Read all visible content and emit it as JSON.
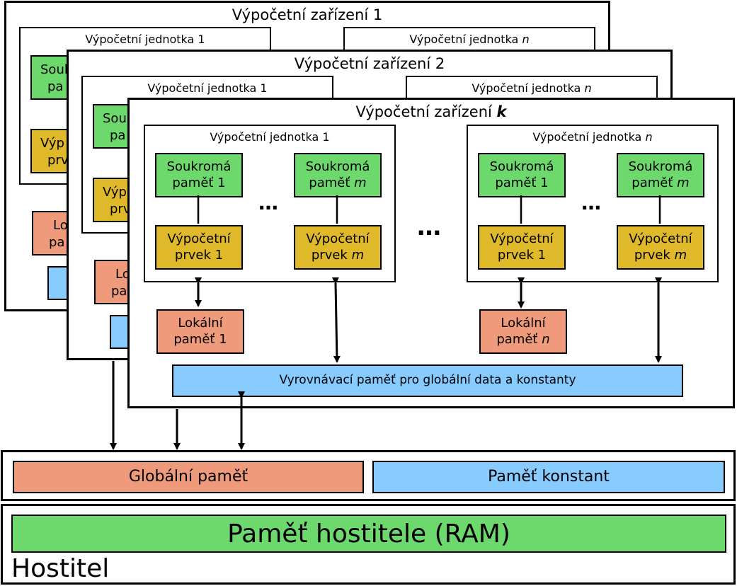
{
  "devices": {
    "d1": {
      "title": "Výpočetní zařízení 1"
    },
    "d2": {
      "title": "Výpočetní zařízení 2"
    },
    "dk": {
      "title_prefix": "Výpočetní zařízení ",
      "title_var": "k"
    }
  },
  "unit": {
    "first": "Výpočetní jednotka 1",
    "last_prefix": "Výpočetní jednotka ",
    "last_var": "n"
  },
  "private_mem": {
    "line1": "Soukromá",
    "first_line2": "paměť 1",
    "last_line2_prefix": "paměť ",
    "last_var": "m"
  },
  "proc_elem": {
    "line1": "Výpočetní",
    "first_line2": "prvek 1",
    "last_line2_prefix": "prvek ",
    "last_var": "m"
  },
  "local_mem": {
    "line1": "Lokální",
    "first_line2": "paměť 1",
    "last_line2_prefix": "paměť ",
    "last_var": "n"
  },
  "partial": {
    "soukr": "Souk",
    "pam": "pa",
    "vyp": "Výp",
    "prv": "prv",
    "lok": "Lo",
    "pam2": "pa"
  },
  "ellipsis": "…",
  "cache": "Vyrovnávací paměť pro globální data a konstanty",
  "global_mem": "Globální paměť",
  "const_mem": "Paměť konstant",
  "host_ram": "Paměť hostitele (RAM)",
  "host": "Hostitel",
  "colors": {
    "green": "#6dd96d",
    "yellow": "#e0b92b",
    "salmon": "#ef9a7a",
    "blue": "#87cbff"
  }
}
